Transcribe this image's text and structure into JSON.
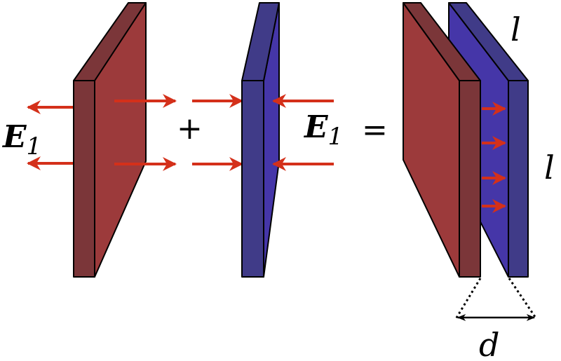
{
  "labels": {
    "field_left": "E",
    "field_left_sub": "1",
    "plus": "+",
    "field_right": "E",
    "field_right_sub": "1",
    "equals": "=",
    "plate_depth": "l",
    "plate_height": "l",
    "separation": "d"
  },
  "colors": {
    "positive_face": "#9c3a3b",
    "positive_edge": "#7b3639",
    "negative_face": "#4536a8",
    "negative_edge": "#403b88",
    "field_arrow": "#d4301a",
    "outline": "#000000"
  }
}
